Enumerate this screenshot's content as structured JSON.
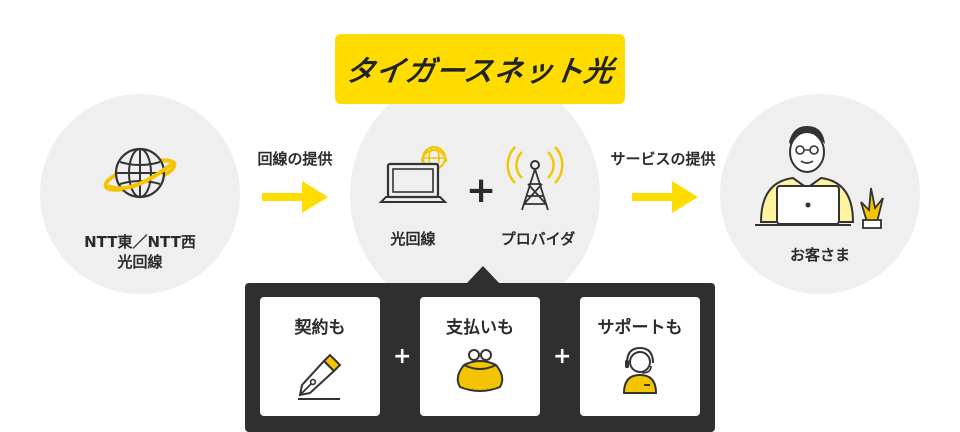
{
  "logo": {
    "text": "タイガースネット光"
  },
  "left": {
    "label_line1": "NTT東／NTT西",
    "label_line2": "光回線"
  },
  "middle": {
    "label_left": "光回線",
    "label_right": "プロバイダ"
  },
  "right": {
    "label": "お客さま"
  },
  "arrows": {
    "first": "回線の提供",
    "second": "サービスの提供"
  },
  "cards": [
    {
      "label": "契約も",
      "icon": "pen-nib-icon"
    },
    {
      "label": "支払いも",
      "icon": "purse-icon"
    },
    {
      "label": "サポートも",
      "icon": "support-headset-icon"
    }
  ],
  "plus": "+",
  "colors": {
    "accent": "#ffdc00",
    "panel": "#2f2f2f",
    "circle": "#efefef"
  }
}
